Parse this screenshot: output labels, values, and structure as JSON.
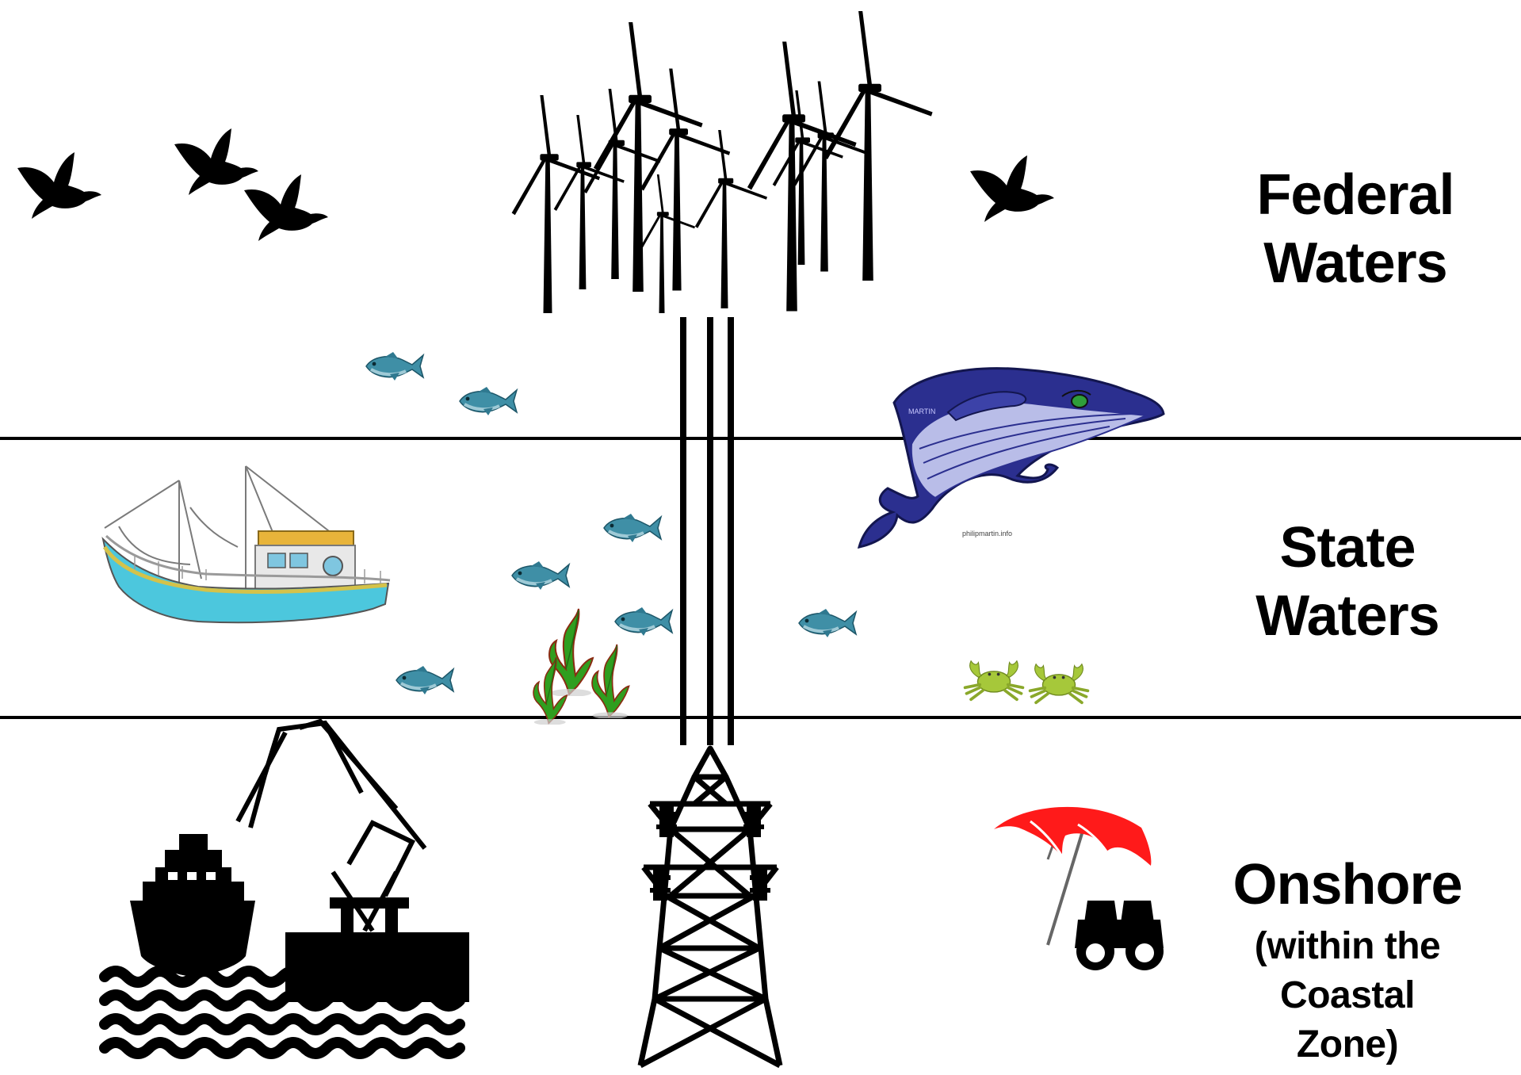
{
  "zones": {
    "federal": {
      "line1": "Federal",
      "line2": "Waters"
    },
    "state": {
      "line1": "State",
      "line2": "Waters"
    },
    "onshore": {
      "line1": "Onshore",
      "line2": "(within the",
      "line3": "Coastal",
      "line4": "Zone)"
    }
  },
  "whale_credit": "philipmartin.info",
  "whale_signature": "MARTIN",
  "colors": {
    "ink": "#000000",
    "fish": "#3f8fa6",
    "fish_belly": "#9fcad6",
    "whale": "#2b2f8f",
    "whale_belly": "#b9bde8",
    "boat_hull": "#4cc7dd",
    "boat_cabin": "#e8b43a",
    "seaweed": "#2f9e1f",
    "crab": "#a6c83a",
    "umbrella": "#ff1a1a"
  },
  "icons": [
    "bird-icon",
    "wind-turbine-icon",
    "fish-icon",
    "whale-icon",
    "fishing-boat-icon",
    "seaweed-icon",
    "crab-icon",
    "cargo-ship-icon",
    "port-crane-icon",
    "transmission-tower-icon",
    "beach-umbrella-icon",
    "binoculars-icon"
  ]
}
